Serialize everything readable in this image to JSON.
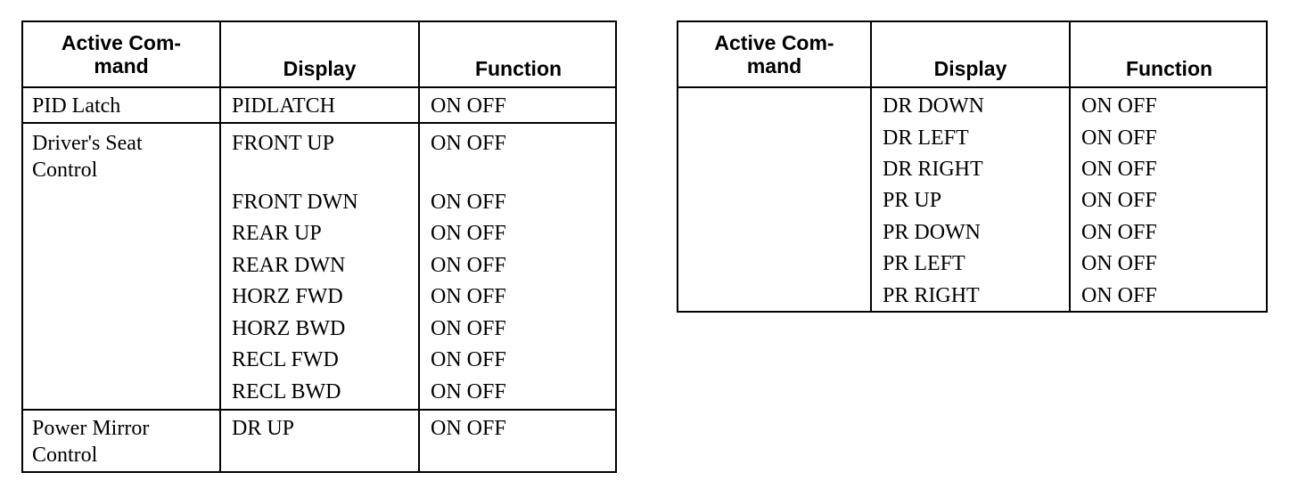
{
  "tables": [
    {
      "headers": {
        "command": "Active Com-\nmand",
        "display": "Display",
        "function": "Function"
      },
      "groups": [
        {
          "command": "PID Latch",
          "rows": [
            {
              "display": "PIDLATCH",
              "function": "ON OFF"
            }
          ]
        },
        {
          "command": "Driver's Seat\nControl",
          "rows": [
            {
              "display": "FRONT UP",
              "function": "ON OFF"
            },
            {
              "display": "FRONT DWN",
              "function": "ON OFF"
            },
            {
              "display": "REAR UP",
              "function": "ON OFF"
            },
            {
              "display": "REAR DWN",
              "function": "ON OFF"
            },
            {
              "display": "HORZ FWD",
              "function": "ON OFF"
            },
            {
              "display": "HORZ BWD",
              "function": "ON OFF"
            },
            {
              "display": "RECL FWD",
              "function": "ON OFF"
            },
            {
              "display": "RECL BWD",
              "function": "ON OFF"
            }
          ]
        },
        {
          "command": "Power Mirror\nControl",
          "rows": [
            {
              "display": "DR UP",
              "function": "ON OFF"
            }
          ]
        }
      ]
    },
    {
      "headers": {
        "command": "Active Com-\nmand",
        "display": "Display",
        "function": "Function"
      },
      "groups": [
        {
          "command": "",
          "rows": [
            {
              "display": "DR DOWN",
              "function": "ON OFF"
            },
            {
              "display": "DR LEFT",
              "function": "ON OFF"
            },
            {
              "display": "DR RIGHT",
              "function": "ON OFF"
            },
            {
              "display": "PR UP",
              "function": "ON OFF"
            },
            {
              "display": "PR DOWN",
              "function": "ON OFF"
            },
            {
              "display": "PR LEFT",
              "function": "ON OFF"
            },
            {
              "display": "PR RIGHT",
              "function": "ON OFF"
            }
          ]
        }
      ]
    }
  ]
}
